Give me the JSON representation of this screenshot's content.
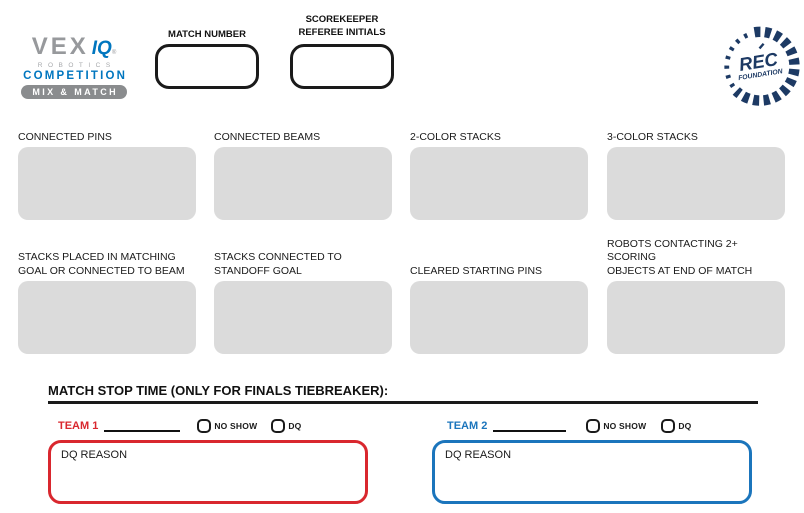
{
  "header": {
    "logo": {
      "brand": "VEX",
      "product": "IQ",
      "reg_mark": "®",
      "robotics": "ROBOTICS",
      "competition": "COMPETITION",
      "season": "MIX & MATCH"
    },
    "match_number": {
      "label": "MATCH NUMBER"
    },
    "scorekeeper": {
      "label_line1": "SCOREKEEPER",
      "label_line2": "REFEREE INITIALS"
    },
    "rec_foundation": {
      "line1": "REC",
      "line2": "FOUNDATION"
    }
  },
  "score_fields": [
    {
      "label_lines": [
        "CONNECTED PINS"
      ]
    },
    {
      "label_lines": [
        "CONNECTED BEAMS"
      ]
    },
    {
      "label_lines": [
        "2-COLOR STACKS"
      ]
    },
    {
      "label_lines": [
        "3-COLOR STACKS"
      ]
    },
    {
      "label_lines": [
        "STACKS PLACED IN MATCHING",
        "GOAL OR CONNECTED TO BEAM"
      ]
    },
    {
      "label_lines": [
        "STACKS CONNECTED TO",
        "STANDOFF GOAL"
      ]
    },
    {
      "label_lines": [
        "CLEARED STARTING PINS"
      ]
    },
    {
      "label_lines": [
        "ROBOTS CONTACTING 2+ SCORING",
        "OBJECTS AT END OF MATCH"
      ]
    }
  ],
  "tiebreaker": {
    "title": "MATCH STOP TIME (ONLY FOR FINALS TIEBREAKER):"
  },
  "teams": [
    {
      "label": "TEAM 1",
      "no_show_label": "NO SHOW",
      "dq_label": "DQ",
      "dq_reason_label": "DQ REASON",
      "color": "#d9272e"
    },
    {
      "label": "TEAM 2",
      "no_show_label": "NO SHOW",
      "dq_label": "DQ",
      "dq_reason_label": "DQ REASON",
      "color": "#1b75bc"
    }
  ],
  "colors": {
    "team1_red": "#d9272e",
    "team2_blue": "#1b75bc",
    "vex_blue": "#0076bf",
    "logo_gray": "#97999c",
    "score_box_gray": "#dbdbdb",
    "rec_navy": "#1d3a64"
  }
}
